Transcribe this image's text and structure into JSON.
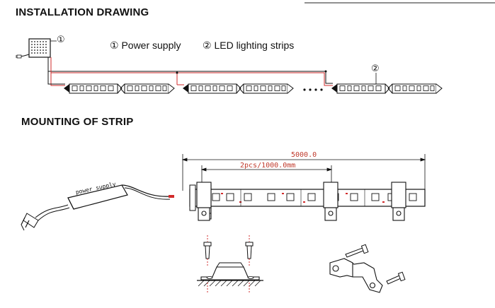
{
  "titles": {
    "installation": "INSTALLATION DRAWING",
    "mounting": "MOUNTING OF STRIP"
  },
  "legend": {
    "item1": "① Power  supply",
    "item2": "② LED lighting strips"
  },
  "markers": {
    "one": "①",
    "two": "②",
    "ellipsis": "· · · ·"
  },
  "dimensions": {
    "total_length": "5000.0",
    "segment_length": "2pcs/1000.0mm"
  },
  "power_supply_label": "power supply",
  "colors": {
    "line": "#111111",
    "wire_red": "#d22b2b",
    "dimension": "#c0392b"
  }
}
